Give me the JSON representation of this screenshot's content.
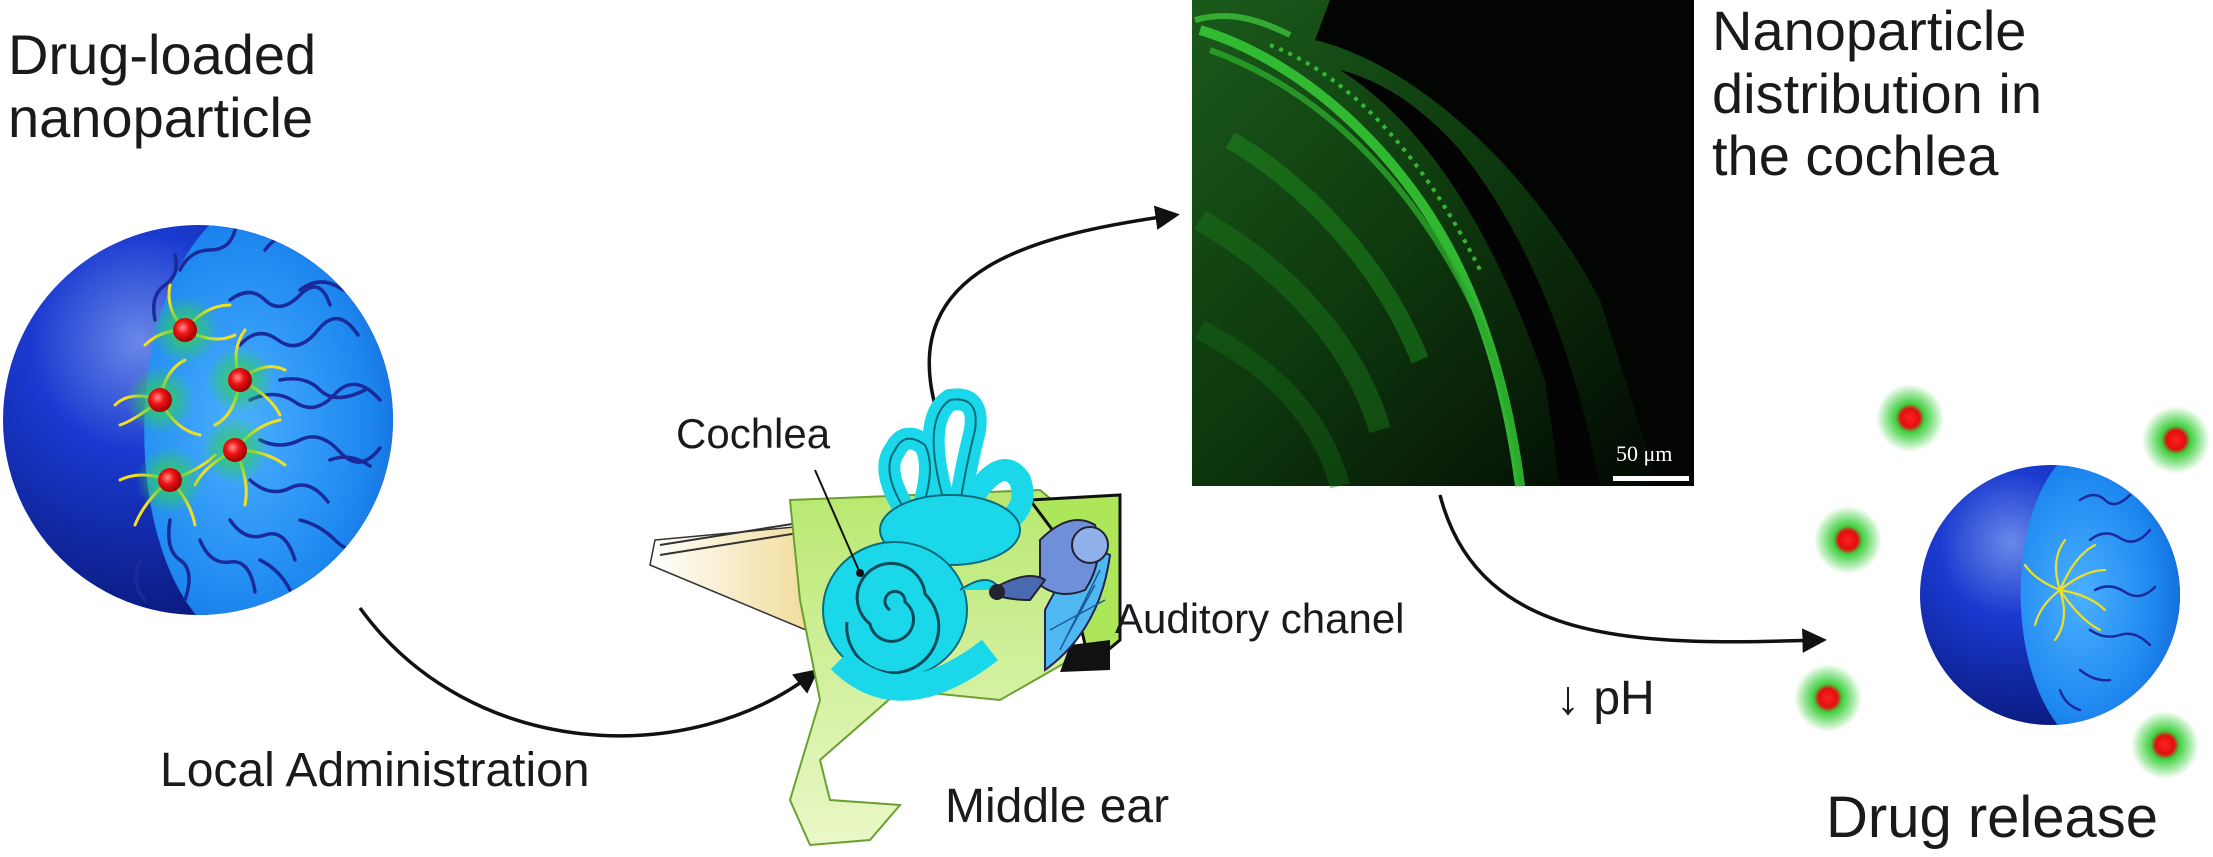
{
  "labels": {
    "nanoparticle_title": [
      "Drug-loaded",
      "nanoparticle"
    ],
    "distribution_title": [
      "Nanoparticle",
      "distribution in",
      "the cochlea"
    ],
    "local_administration": "Local Administration",
    "cochlea": "Cochlea",
    "auditory_channel": "Auditory chanel",
    "middle_ear": "Middle ear",
    "ph_change": "↓ pH",
    "drug_release": "Drug release",
    "scale_bar": "50 μm"
  },
  "colors": {
    "sphere_dark": "#0a1f9a",
    "sphere_light": "#1f8ff0",
    "polymer_chain": "#1a2a9a",
    "ligand": "#f0e020",
    "drug": "#e01010",
    "drug_glow": "#20d040",
    "cochlea": "#1ad8ea",
    "micrograph_bg": "#050805",
    "micrograph_signal": "#32c832",
    "arrow": "#111111"
  },
  "icons": [
    "nanoparticle-sphere-icon",
    "inner-ear-icon",
    "released-drug-icon"
  ]
}
